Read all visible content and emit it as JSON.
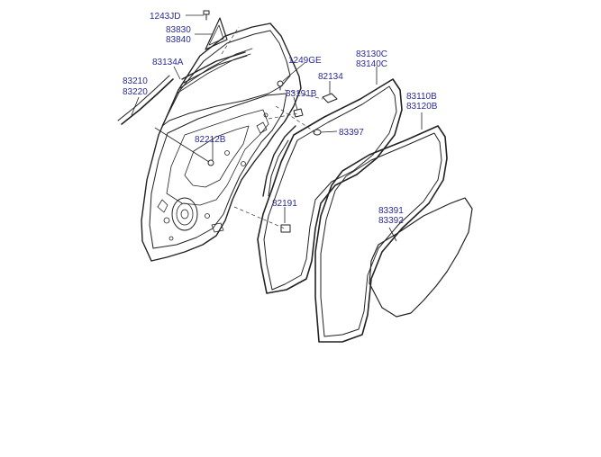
{
  "diagram": {
    "labels": {
      "p1243JD": "1243JD",
      "p83830": "83830",
      "p83840": "83840",
      "p83134A": "83134A",
      "p1249GE": "1249GE",
      "p82134": "82134",
      "p83130C": "83130C",
      "p83140C": "83140C",
      "p83210": "83210",
      "p83220": "83220",
      "p83191B": "83191B",
      "p83110B": "83110B",
      "p83120B": "83120B",
      "p82212B": "82212B",
      "p83397": "83397",
      "p82191": "82191",
      "p83391": "83391",
      "p83392": "83392"
    }
  }
}
